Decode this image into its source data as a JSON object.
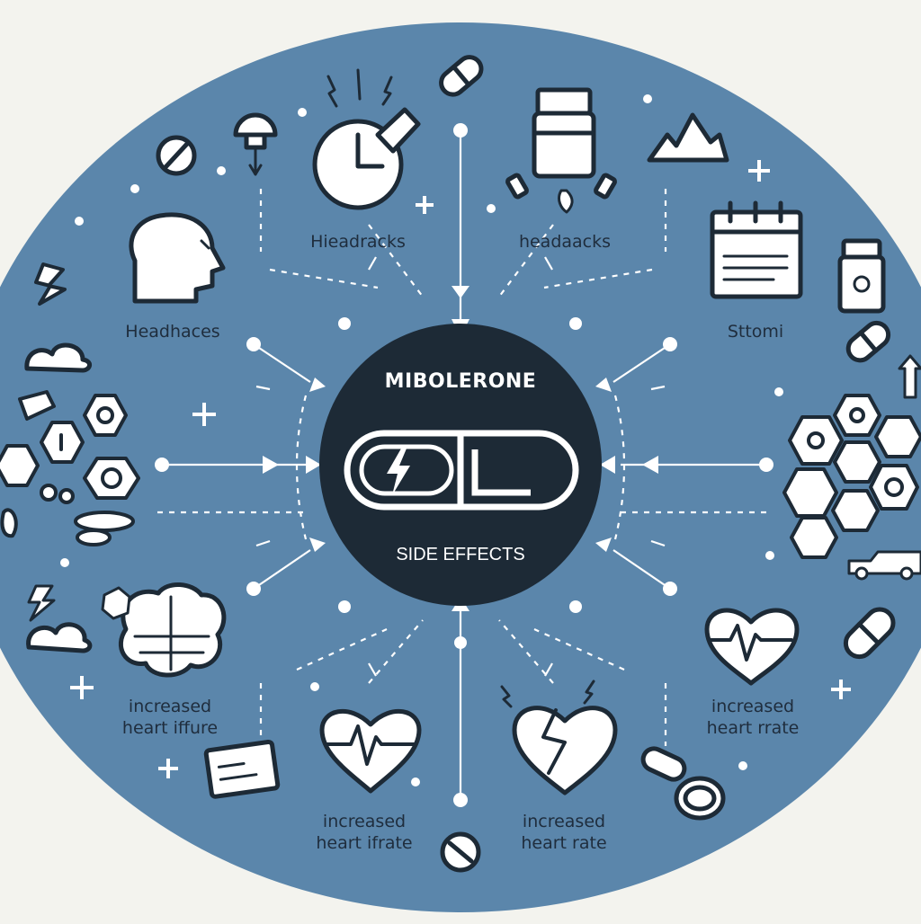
{
  "hub": {
    "title": "MIBOLERONE",
    "subtitle": "SIDE EFFECTS"
  },
  "labels": {
    "top_left": "Hieadracks",
    "top_right": "headaacks",
    "left": "Headhaces",
    "right": "Sttomi",
    "bottom_left_1": "increased",
    "bottom_left_2": "heart iffure",
    "bottom_center_left_1": "increased",
    "bottom_center_left_2": "heart ifrate",
    "bottom_center_right_1": "increased",
    "bottom_center_right_2": "heart rate",
    "bottom_right_1": "increased",
    "bottom_right_2": "heart rrate"
  },
  "colors": {
    "background": "#f3f3ee",
    "ellipse": "#5b86ab",
    "hub": "#1d2a36",
    "ink": "#1f2d3d",
    "line": "#ffffff"
  },
  "icons": [
    "stopwatch-icon",
    "medicine-bottle-icon",
    "head-profile-icon",
    "calendar-icon",
    "pill-icon",
    "brain-icon",
    "heart-rate-icon",
    "broken-heart-icon",
    "bolt-icon",
    "plus-icon",
    "sparkle-icon",
    "hexagon-cluster-icon"
  ]
}
